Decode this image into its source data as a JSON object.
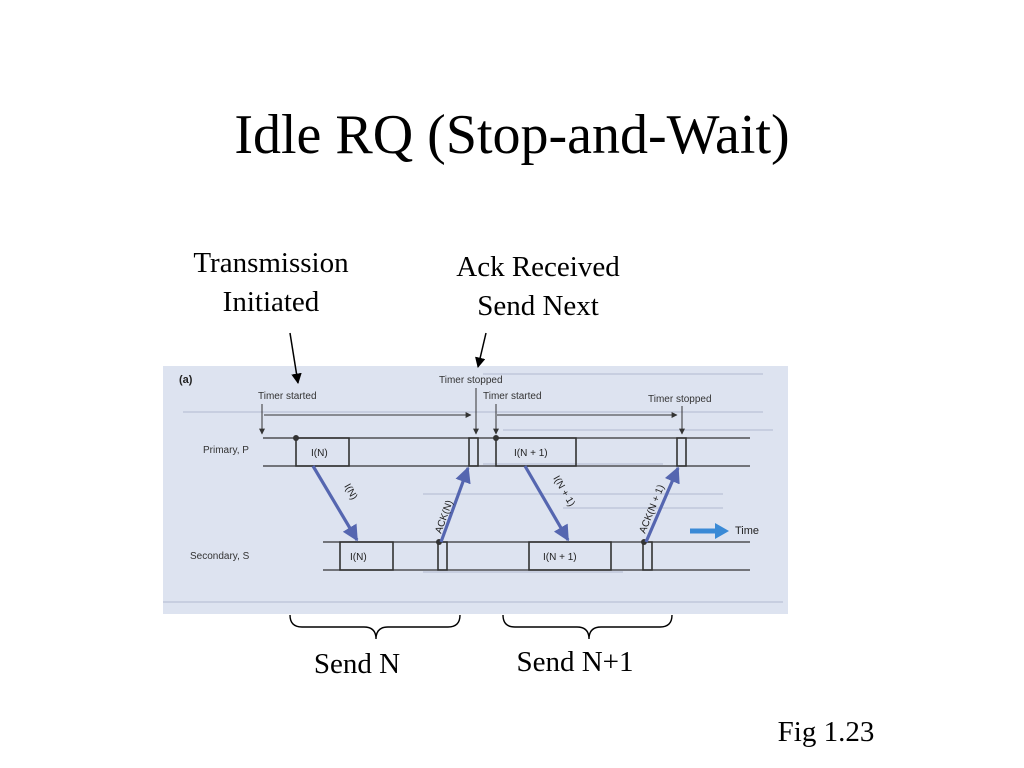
{
  "title": "Idle RQ (Stop-and-Wait)",
  "callouts": {
    "transmission_initiated": [
      "Transmission",
      "Initiated"
    ],
    "ack_received": [
      "Ack Received",
      "Send Next"
    ]
  },
  "braces": {
    "send_n": "Send N",
    "send_n_plus_1": "Send N+1"
  },
  "figure_label": "Fig 1.23",
  "diagram": {
    "panel_label": "(a)",
    "stations": {
      "primary": "Primary, P",
      "secondary": "Secondary, S"
    },
    "timer_labels": {
      "started_1": "Timer started",
      "stopped_1": "Timer stopped",
      "started_2": "Timer started",
      "stopped_2": "Timer stopped"
    },
    "frames": {
      "i_n_primary": "I(N)",
      "i_n_secondary": "I(N)",
      "i_n1_primary": "I(N + 1)",
      "i_n1_secondary": "I(N + 1)"
    },
    "arrow_labels": {
      "i_n": "I(N)",
      "ack_n": "ACK(N)",
      "i_n1": "I(N + 1)",
      "ack_n1": "ACK(N + 1)"
    },
    "time_label": "Time",
    "colors": {
      "background": "#dde3f0",
      "frame_arrow": "#5566b0",
      "time_arrow": "#3a8ad6",
      "lines": "#333333"
    }
  }
}
